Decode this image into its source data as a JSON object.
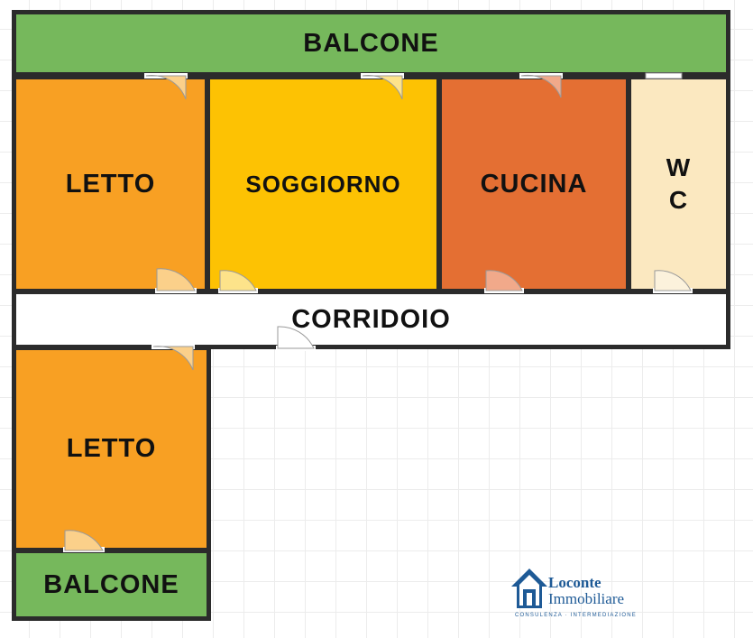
{
  "rooms": {
    "balcone_top": "BALCONE",
    "letto_1": "LETTO",
    "soggiorno": "SOGGIORNO",
    "cucina": "CUCINA",
    "wc": "WC",
    "corridoio": "CORRIDOIO",
    "letto_2": "LETTO",
    "balcone_bottom": "BALCONE"
  },
  "colors": {
    "balcone": "#76b85c",
    "letto": "#f8a023",
    "soggiorno": "#fdc203",
    "cucina": "#e46f33",
    "wc": "#fbe8c0",
    "corridoio": "#ffffff",
    "walls": "#2b2b2b",
    "logo": "#1e5a96"
  },
  "logo": {
    "icon": "house-icon",
    "name_line1": "Loconte",
    "name_line2": "Immobiliare",
    "tagline": "CONSULENZA · INTERMEDIAZIONE"
  }
}
